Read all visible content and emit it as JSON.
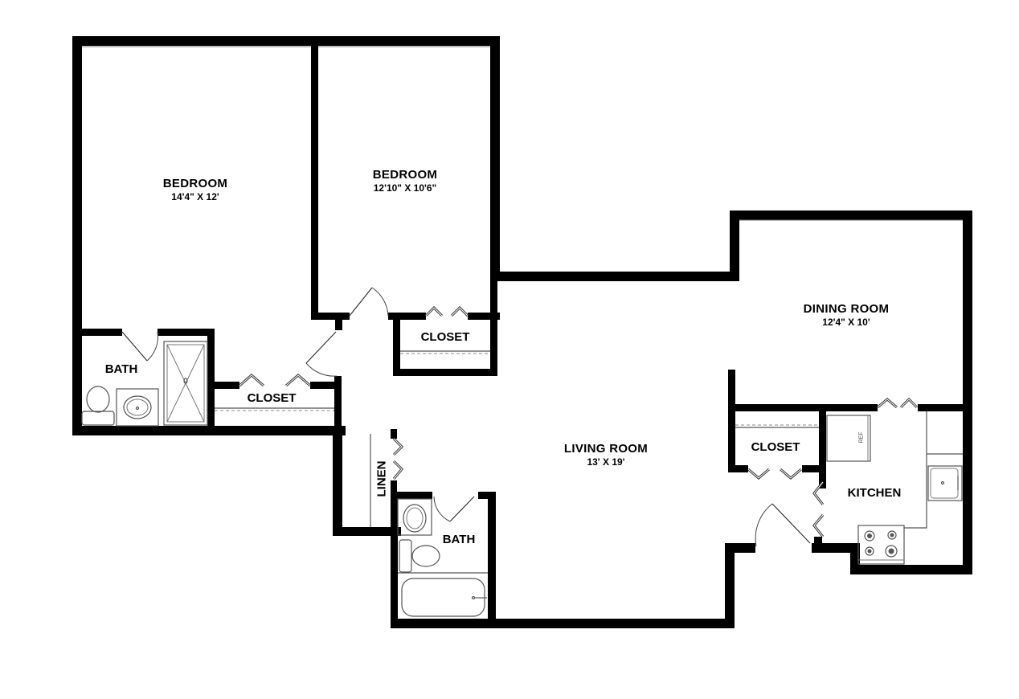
{
  "plan": {
    "rooms": [
      {
        "id": "bedroom-1",
        "name": "BEDROOM",
        "dimensions": "14'4\" X 12'"
      },
      {
        "id": "bedroom-2",
        "name": "BEDROOM",
        "dimensions": "12'10\" X 10'6\""
      },
      {
        "id": "dining-room",
        "name": "DINING ROOM",
        "dimensions": "12'4\" X 10'"
      },
      {
        "id": "living-room",
        "name": "LIVING ROOM",
        "dimensions": "13' X 19'"
      },
      {
        "id": "bath-1",
        "name": "BATH"
      },
      {
        "id": "bath-2",
        "name": "BATH"
      },
      {
        "id": "closet-1",
        "name": "CLOSET"
      },
      {
        "id": "closet-2",
        "name": "CLOSET"
      },
      {
        "id": "closet-3",
        "name": "CLOSET"
      },
      {
        "id": "linen",
        "name": "LINEN"
      },
      {
        "id": "kitchen",
        "name": "KITCHEN"
      }
    ],
    "fixtures": {
      "refrigerator_label": "REF"
    },
    "colors": {
      "wall": "#000000",
      "background": "#ffffff",
      "fixture_line": "#555555"
    }
  }
}
